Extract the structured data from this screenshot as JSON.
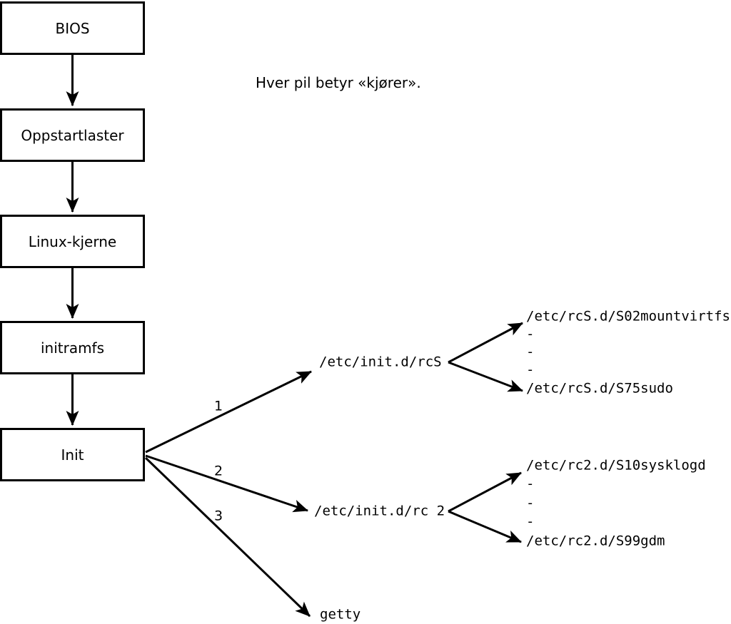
{
  "note": "Hver pil betyr «kjører».",
  "boxes": [
    {
      "label": "BIOS"
    },
    {
      "label": "Oppstartlaster"
    },
    {
      "label": "Linux-kjerne"
    },
    {
      "label": "initramfs"
    },
    {
      "label": "Init"
    }
  ],
  "init_branches": [
    {
      "order": "1",
      "target": "/etc/init.d/rcS"
    },
    {
      "order": "2",
      "target": "/etc/init.d/rc 2"
    },
    {
      "order": "3",
      "target": "getty"
    }
  ],
  "rcS_scripts": [
    "/etc/rcS.d/S02mountvirtfs",
    "-",
    "-",
    "-",
    "/etc/rcS.d/S75sudo"
  ],
  "rc2_scripts": [
    "/etc/rc2.d/S10sysklogd",
    "-",
    "-",
    "-",
    "/etc/rc2.d/S99gdm"
  ],
  "colors": {
    "line": "#000000",
    "background": "#ffffff"
  }
}
